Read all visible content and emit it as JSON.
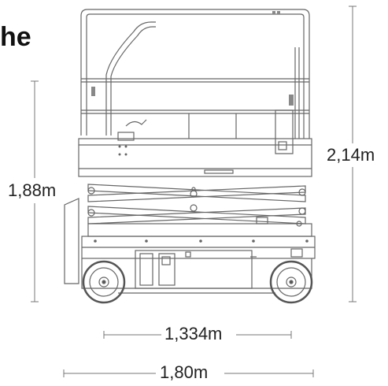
{
  "heading": "he",
  "dimensions": {
    "platform_height": "1,88m",
    "overall_height": "2,14m",
    "wheelbase": "1,334m",
    "overall_length": "1,80m"
  }
}
